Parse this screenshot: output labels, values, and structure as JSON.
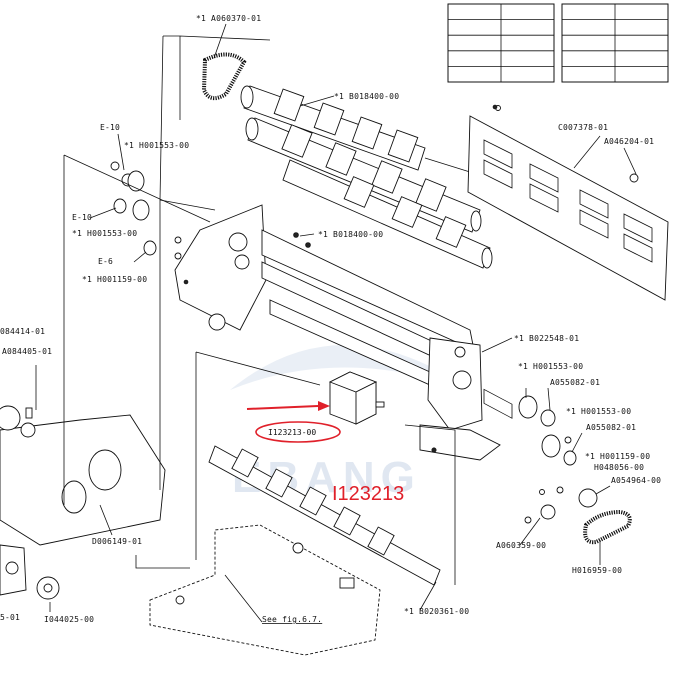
{
  "labels": {
    "a060370": "*1 A060370-01",
    "b018400_top": "*1 B018400-00",
    "e10_top": "E-10",
    "h001553_a": "*1 H001553-00",
    "e10_mid": "E-10",
    "h001553_b": "*1 H001553-00",
    "e6": "E-6",
    "h001159_a": "*1 H001159-00",
    "b018400_mid": "*1 B018400-00",
    "c007378": "C007378-01",
    "a046204": "A046204-01",
    "a084414": "084414-01",
    "a084405": "A084405-01",
    "b022548": "*1 B022548-01",
    "h001553_c": "*1 H001553-00",
    "a055082_a": "A055082-01",
    "h001553_d": "*1 H001553-00",
    "a055082_b": "A055082-01",
    "h001159_b": "*1 H001159-00",
    "h048056": "H048056-00",
    "a054964": "A054964-00",
    "d006149": "D006149-01",
    "a060359": "A060359-00",
    "h016959": "H016959-00",
    "b020361": "*1 B020361-00",
    "i044025": "I044025-00",
    "s01": "5-01",
    "see_fig": "See fig.6.7.",
    "motor_callout": "I123213-00",
    "motor_big": "I123213",
    "watermark": "EBANG"
  },
  "colors": {
    "highlight": "#e0202a",
    "ink": "#111111",
    "watermark": "#c8d4e6"
  },
  "table": {
    "rows": 5,
    "left_cols": 2,
    "right_cols": 2
  }
}
